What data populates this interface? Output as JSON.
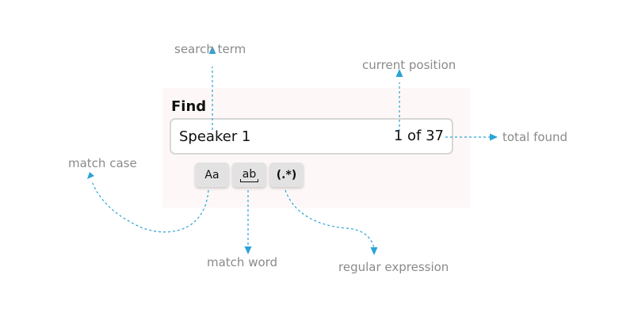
{
  "find_widget": {
    "title": "Find",
    "search_value": "Speaker 1",
    "match_count": "1 of 37",
    "options": {
      "match_case": "Aa",
      "match_word": "ab",
      "regex": "(.*)"
    }
  },
  "annotations": {
    "search_term": "search term",
    "current_position": "current position",
    "total_found": "total found",
    "match_case": "match case",
    "match_word": "match word",
    "regular_expression": "regular expression"
  },
  "colors": {
    "annotation_arrow": "#2aa3d6",
    "annotation_text": "#8a8a8a",
    "panel_background": "#fdf8f7"
  }
}
